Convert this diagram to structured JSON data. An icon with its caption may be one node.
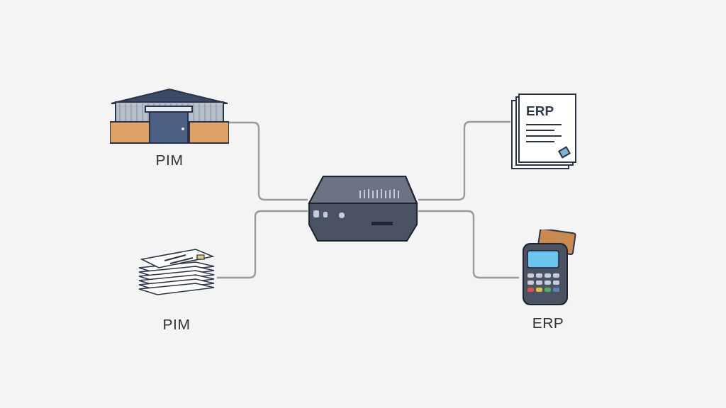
{
  "diagram": {
    "nodes": [
      {
        "text": [
          "PIM"
        ]
      },
      {
        "text": [
          "ERP"
        ]
      },
      {
        "text": [],
        "shape": "picture"
      },
      {
        "text": [
          "PIM"
        ]
      },
      {
        "text": [
          "ERP"
        ]
      }
    ],
    "edges": [
      {
        "from": 0,
        "to": 2,
        "arrow": "none"
      },
      {
        "from": 1,
        "to": 2,
        "arrow": "none"
      },
      {
        "from": 3,
        "to": 2,
        "arrow": "none"
      },
      {
        "from": 4,
        "to": 2,
        "arrow": "none"
      }
    ]
  }
}
